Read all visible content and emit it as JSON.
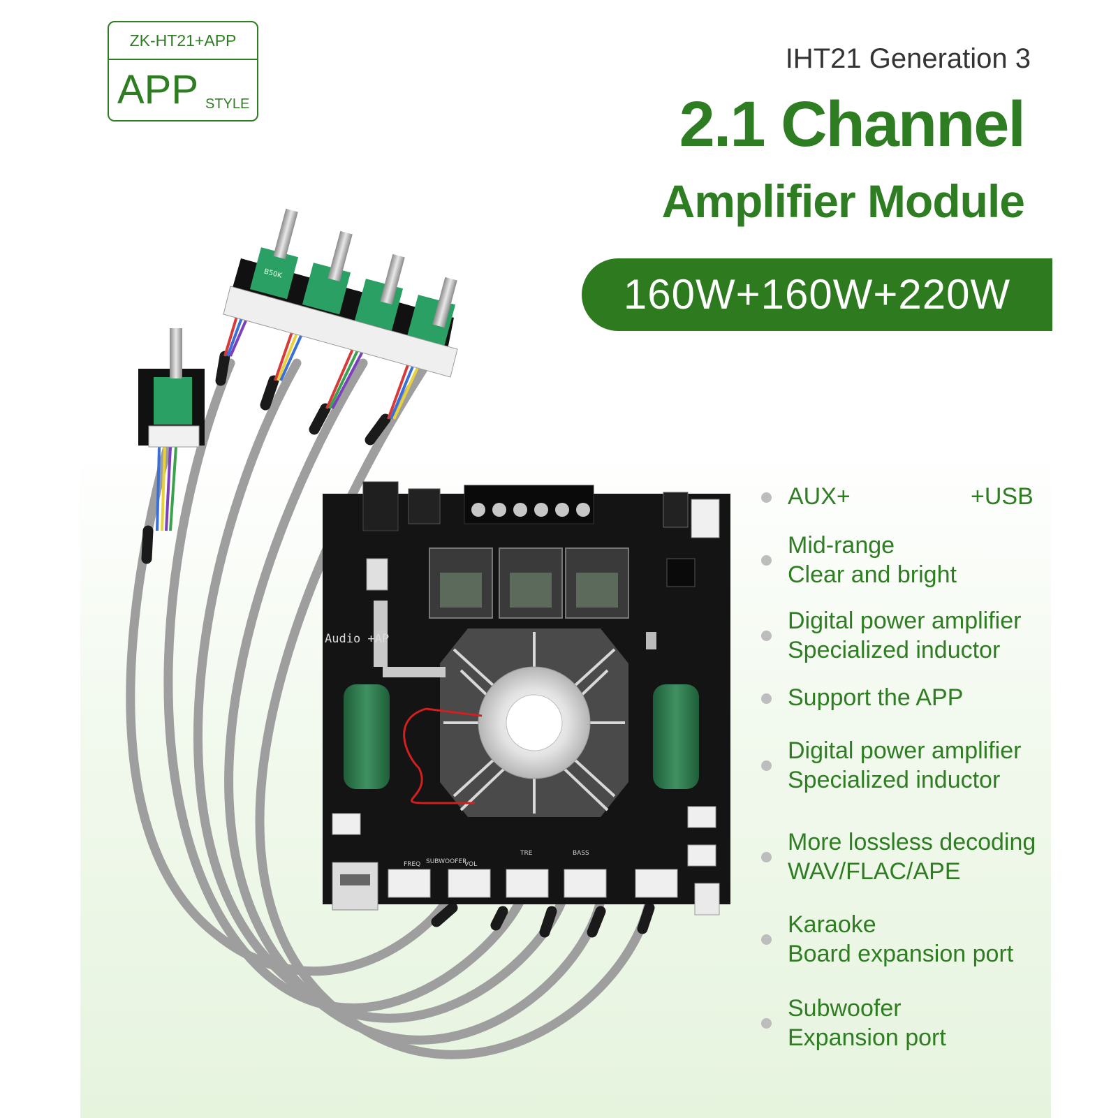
{
  "badge": {
    "model": "ZK-HT21+APP",
    "app": "APP",
    "style": "STYLE"
  },
  "header": {
    "subtitle": "IHT21 Generation 3",
    "title_line1": "2.1 Channel",
    "title_line2": "Amplifier Module",
    "power": "160W+160W+220W"
  },
  "features": [
    {
      "lines": [
        "AUX+"
      ],
      "right": "+USB"
    },
    {
      "lines": [
        "Mid-range",
        "Clear and bright"
      ]
    },
    {
      "lines": [
        "Digital power amplifier",
        "Specialized inductor"
      ]
    },
    {
      "lines": [
        "Support the APP"
      ]
    },
    {
      "lines": [
        "Digital power amplifier",
        "Specialized inductor"
      ]
    },
    {
      "lines": [
        "More lossless decoding",
        "WAV/FLAC/APE"
      ]
    },
    {
      "lines": [
        "Karaoke",
        "Board expansion port"
      ]
    },
    {
      "lines": [
        "Subwoofer",
        "Expansion port"
      ]
    }
  ],
  "board": {
    "silk_audio": "Audio +AP",
    "pot_labels": [
      "FREQ",
      "SUBWOOFER",
      "VOL",
      "TRE",
      "BASS"
    ],
    "pot_marking": "B50K"
  },
  "colors": {
    "brand_green": "#2f7d22",
    "banner_green": "#2d7a1f",
    "pcb": "#141414",
    "capacitor": "#2e7d4f",
    "cable": "#9e9e9e"
  }
}
